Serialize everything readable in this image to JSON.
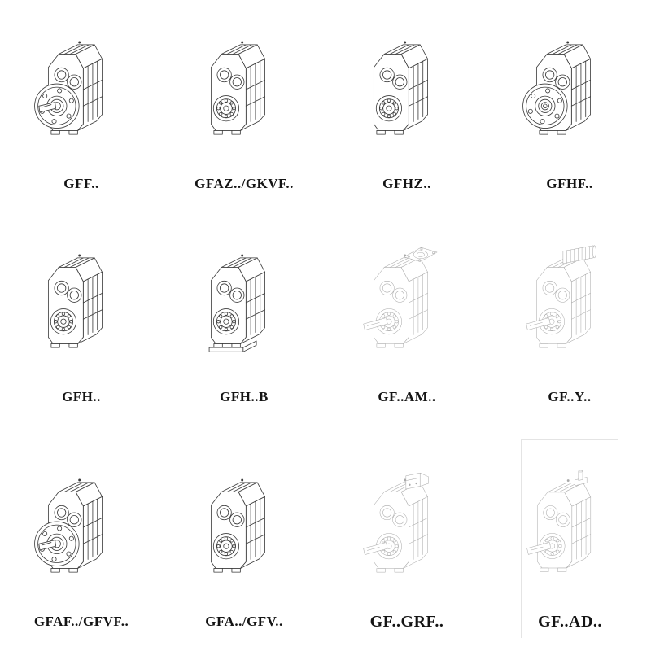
{
  "colors": {
    "ink": "#3a3a3a",
    "light_ink": "#a9a9a9",
    "background": "#ffffff"
  },
  "catalog": {
    "items": [
      {
        "label": "GFF..",
        "drawing": "flange-output-gear-unit"
      },
      {
        "label": "GFAZ../GKVF..",
        "drawing": "hollow-shaft-gear-unit"
      },
      {
        "label": "GFHZ..",
        "drawing": "hollow-shaft-gear-unit"
      },
      {
        "label": "GFHF..",
        "drawing": "flange-hollow-shaft-gear-unit"
      },
      {
        "label": "GFH..",
        "drawing": "hollow-shaft-gear-unit"
      },
      {
        "label": "GFH..B",
        "drawing": "foot-mounted-gear-unit"
      },
      {
        "label": "GF..AM..",
        "drawing": "gear-unit-with-motor-flange"
      },
      {
        "label": "GF..Y..",
        "drawing": "gear-unit-with-motor"
      },
      {
        "label": "GFAF../GFVF..",
        "drawing": "flange-output-gear-unit"
      },
      {
        "label": "GFA../GFV..",
        "drawing": "hollow-shaft-gear-unit"
      },
      {
        "label": "GF..GRF..",
        "drawing": "gear-unit-with-adapter"
      },
      {
        "label": "GF..AD..",
        "drawing": "gear-unit-with-input-shaft-adapter"
      }
    ]
  }
}
